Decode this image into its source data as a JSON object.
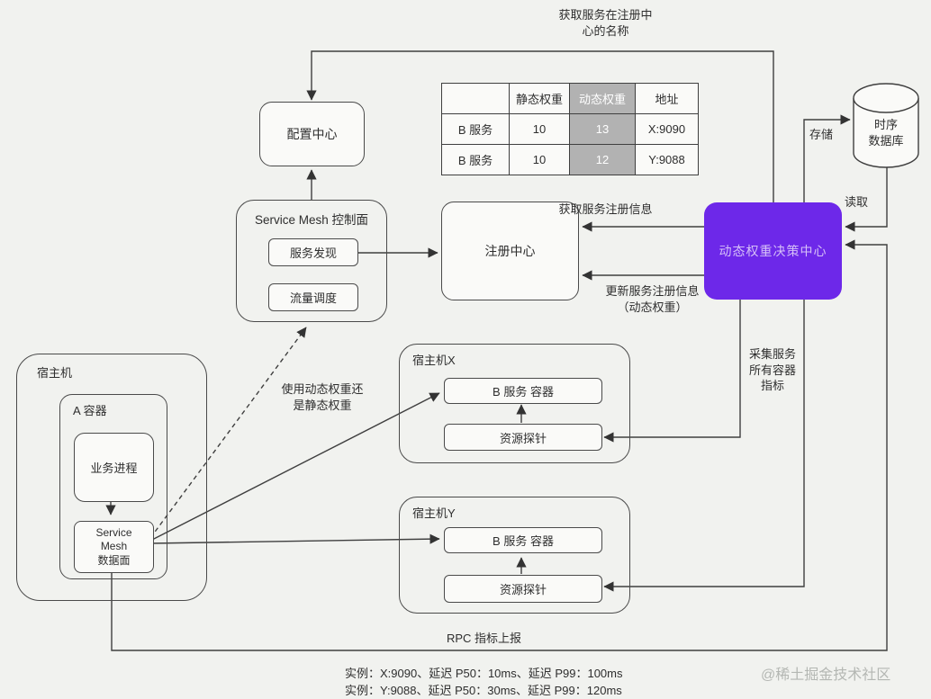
{
  "colors": {
    "accent": "#6d28e9",
    "table_highlight": "#b2b2b2",
    "line": "#3f3f3f"
  },
  "nodes": {
    "config_center": "配置中心",
    "control_plane": "Service Mesh 控制面",
    "service_discovery": "服务发现",
    "traffic_scheduler": "流量调度",
    "registry": "注册中心",
    "decision_center": "动态权重决策中心",
    "tsdb": "时序\n数据库",
    "host_x": "宿主机X",
    "b_container_x": "B 服务 容器",
    "probe_x": "资源探针",
    "host_y": "宿主机Y",
    "b_container_y": "B 服务 容器",
    "probe_y": "资源探针",
    "host": "宿主机",
    "a_container": "A 容器",
    "biz_process": "业务进程",
    "data_plane": "Service\nMesh\n数据面"
  },
  "edge_labels": {
    "fetch_name": "获取服务在注册中\n心的名称",
    "store": "存储",
    "read": "读取",
    "fetch_reg": "获取服务注册信息",
    "update_reg": "更新服务注册信息\n（动态权重）",
    "collect": "采集服务\n所有容器\n指标",
    "use_weight": "使用动态权重还\n是静态权重",
    "rpc_report": "RPC 指标上报"
  },
  "weight_table": {
    "headers": [
      "",
      "静态权重",
      "动态权重",
      "地址"
    ],
    "rows": [
      [
        "B 服务",
        "10",
        "13",
        "X:9090"
      ],
      [
        "B 服务",
        "10",
        "12",
        "Y:9088"
      ]
    ]
  },
  "footer": {
    "instance_x": "实例：X:9090、延迟 P50：10ms、延迟 P99：100ms",
    "instance_y": "实例：Y:9088、延迟 P50：30ms、延迟 P99：120ms",
    "watermark": "@稀土掘金技术社区"
  }
}
